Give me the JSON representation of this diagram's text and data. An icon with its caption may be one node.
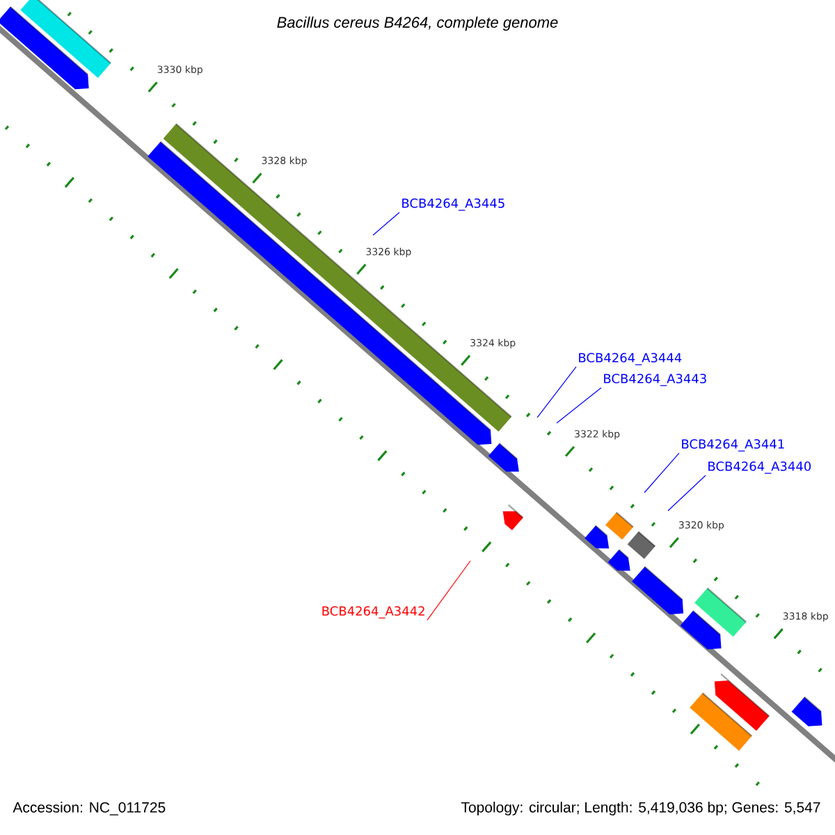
{
  "diagram": {
    "title": "Bacillus cereus B4264, complete genome",
    "nodes": [
      {
        "text": [
          "BCB4264_A3445"
        ]
      },
      {
        "text": [
          "BCB4264_A3444"
        ]
      },
      {
        "text": [
          "BCB4264_A3443"
        ]
      },
      {
        "text": [
          "BCB4264_A3441"
        ]
      },
      {
        "text": [
          "BCB4264_A3440"
        ]
      },
      {
        "text": [
          "BCB4264_A3442"
        ]
      }
    ],
    "edges": [
      {
        "from": 0,
        "to": null,
        "arrow": "none"
      },
      {
        "from": 1,
        "to": null,
        "arrow": "none"
      },
      {
        "from": 2,
        "to": null,
        "arrow": "none"
      },
      {
        "from": 3,
        "to": null,
        "arrow": "none"
      },
      {
        "from": 4,
        "to": null,
        "arrow": "none"
      },
      {
        "from": 5,
        "to": null,
        "arrow": "none",
        "color": "#ff0000"
      }
    ],
    "labels": [
      "3330 kbp",
      "3328 kbp",
      "3326 kbp",
      "3324 kbp",
      "3322 kbp",
      "3320 kbp",
      "3318 kbp",
      "Accession: NC_011725",
      "Topology: circular; Length: 5,419,036 bp; Genes: 5,547"
    ]
  }
}
